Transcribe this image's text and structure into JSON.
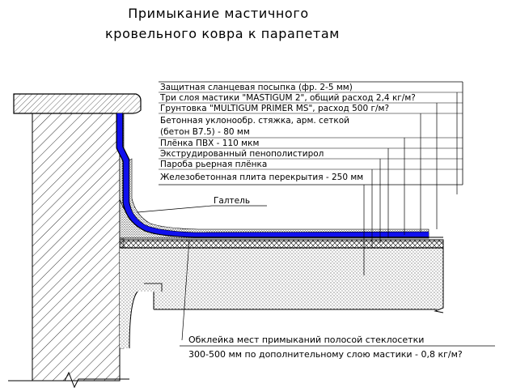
{
  "title": {
    "line1": "Примыкание мастичного",
    "line2": "кровельного ковра к парапетам"
  },
  "layers": [
    "Защитная сланцевая посыпка (фр. 2-5 мм)",
    "Три слоя мастики \"MASTIGUM 2\", общий расход 2,4 кг/м?",
    "Грунтовка \"MULTIGUM PRIMER MS\", расход 500 г/м?",
    "Бетонная уклонообр. стяжка, арм. сеткой",
    "(бетон В7.5) - 80 мм",
    "Плёнка ПВХ - 110 мкм",
    "Экструдированный пенополистирол",
    "Пароба рьерная плёнка",
    "Железобетонная плита перекрытия - 250 мм"
  ],
  "fillet_label": "Галтель",
  "note": {
    "line1": "Обклейка мест примыканий полосой стеклосетки",
    "line2": "300-500 мм по дополнительному слою мастики - 0,8 кг/м?"
  },
  "colors": {
    "ink": "#000000",
    "mastic": "#1010ee",
    "background": "#ffffff"
  }
}
